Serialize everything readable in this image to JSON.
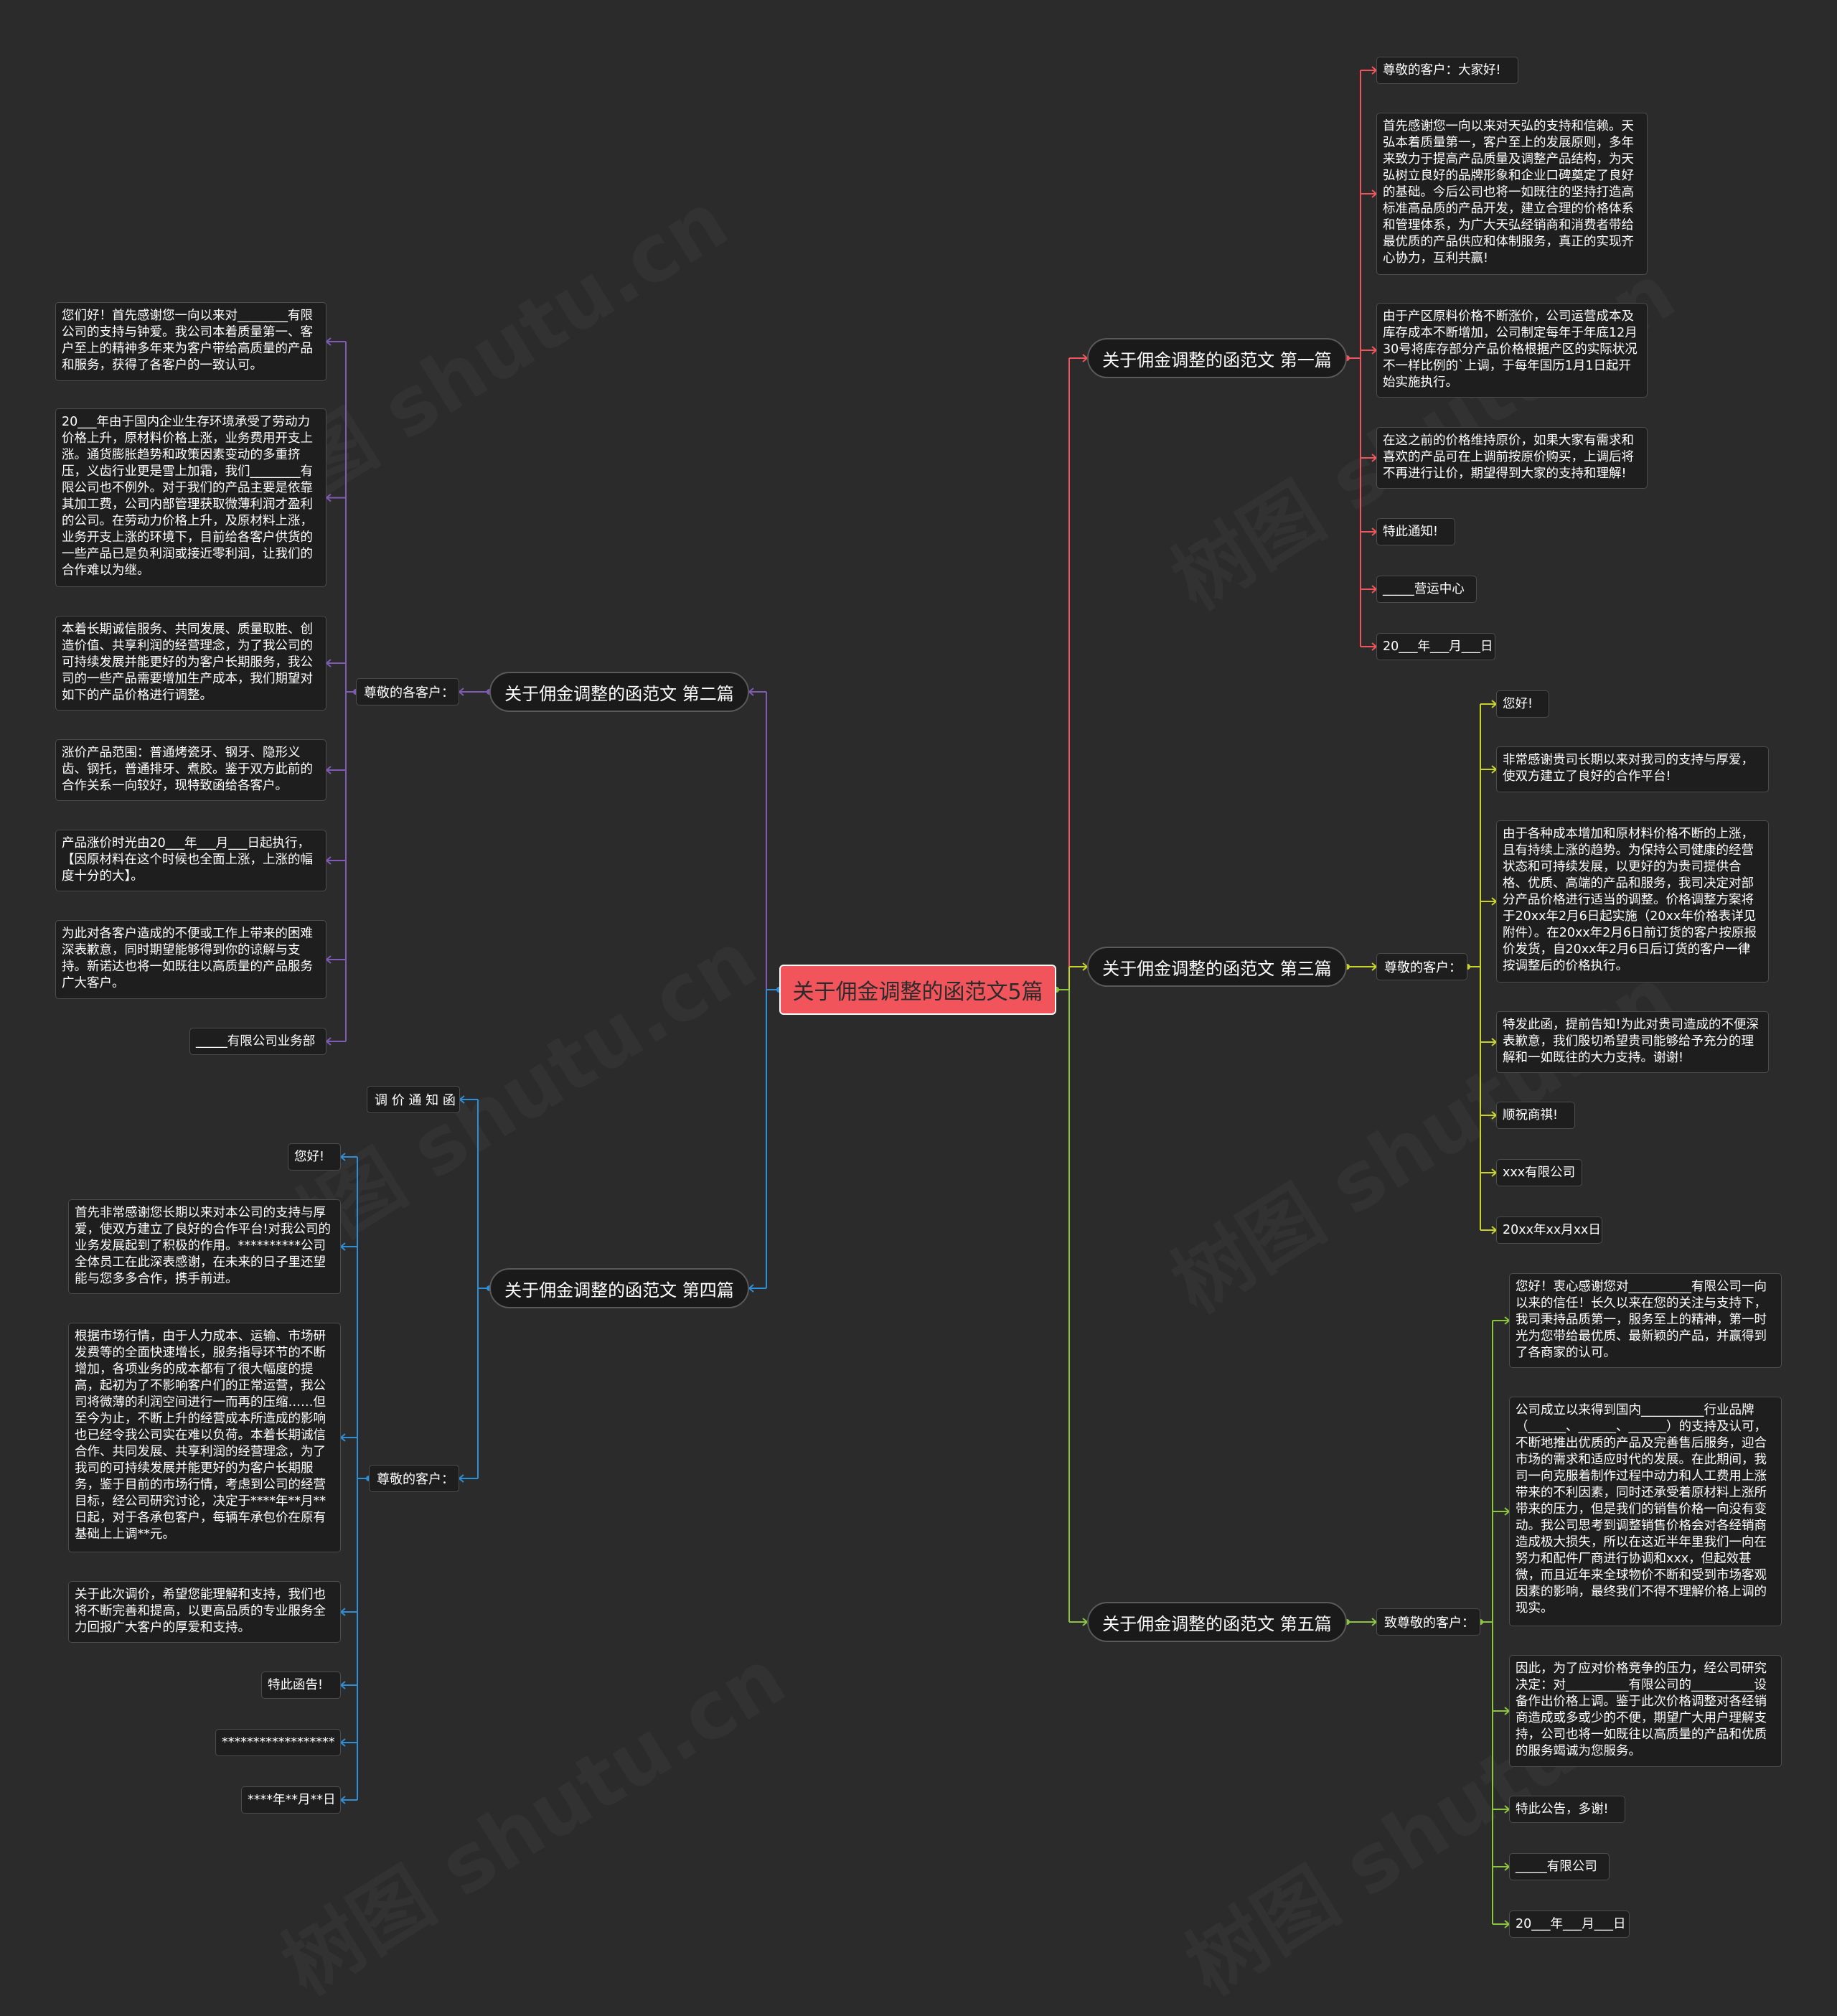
{
  "root": {
    "text": "关于佣金调整的函范文5篇",
    "color": "#f2545b"
  },
  "watermark": "树图 shutu.cn",
  "branches": [
    {
      "title": "关于佣金调整的函范文 第一篇",
      "color": "#f2545b",
      "leaves": [
        "尊敬的客户：大家好!",
        "首先感谢您一向以来对天弘的支持和信赖。天弘本着质量第一，客户至上的发展原则，多年来致力于提高产品质量及调整产品结构，为天弘树立良好的品牌形象和企业口碑奠定了良好的基础。今后公司也将一如既往的坚持打造高标准高品质的产品开发，建立合理的价格体系和管理体系，为广大天弘经销商和消费者带给最优质的产品供应和体制服务，真正的实现齐心协力，互利共赢!",
        "由于产区原料价格不断涨价，公司运营成本及库存成本不断增加，公司制定每年于年底12月30号将库存部分产品价格根据产区的实际状况不一样比例的`上调，于每年国历1月1日起开始实施执行。",
        "在这之前的价格维持原价，如果大家有需求和喜欢的产品可在上调前按原价购买，上调后将不再进行让价，期望得到大家的支持和理解!",
        "特此通知!",
        "_____营运中心",
        "20___年___月___日"
      ]
    },
    {
      "title": "关于佣金调整的函范文 第二篇",
      "color": "#7f5bb5",
      "label": "尊敬的各客户：",
      "leaves": [
        "您们好！首先感谢您一向以来对________有限公司的支持与钟爱。我公司本着质量第一、客户至上的精神多年来为客户带给高质量的产品和服务，获得了各客户的一致认可。",
        "20___年由于国内企业生存环境承受了劳动力价格上升，原材料价格上涨，业务费用开支上涨。通货膨胀趋势和政策因素变动的多重挤压，义齿行业更是雪上加霜，我们________有限公司也不例外。对于我们的产品主要是依靠其加工费，公司内部管理获取微薄利润才盈利的公司。在劳动力价格上升，及原材料上涨，业务开支上涨的环境下，目前给各客户供货的一些产品已是负利润或接近零利润，让我们的合作难以为继。",
        "本着长期诚信服务、共同发展、质量取胜、创造价值、共享利润的经营理念，为了我公司的可持续发展并能更好的为客户长期服务，我公司的一些产品需要增加生产成本，我们期望对如下的产品价格进行调整。",
        "涨价产品范围：普通烤瓷牙、钢牙、隐形义齿、钢托，普通排牙、煮胶。鉴于双方此前的合作关系一向较好，现特致函给各客户。",
        "产品涨价时光由20___年___月___日起执行，【因原材料在这个时候也全面上涨，上涨的幅度十分的大】。",
        "为此对各客户造成的不便或工作上带来的困难深表歉意，同时期望能够得到你的谅解与支持。新诺达也将一如既往以高质量的产品服务广大客户。",
        "_____有限公司业务部"
      ]
    },
    {
      "title": "关于佣金调整的函范文 第三篇",
      "color": "#c8d42a",
      "label": "尊敬的客户：",
      "leaves": [
        "您好!",
        "非常感谢贵司长期以来对我司的支持与厚爱，使双方建立了良好的合作平台!",
        "由于各种成本增加和原材料价格不断的上涨，且有持续上涨的趋势。为保持公司健康的经营状态和可持续发展，以更好的为贵司提供合格、优质、高端的产品和服务，我司决定对部分产品价格进行适当的调整。价格调整方案将于20xx年2月6日起实施（20xx年价格表详见附件）。在20xx年2月6日前订货的客户按原报价发货，自20xx年2月6日后订货的客户一律按调整后的价格执行。",
        "特发此函，提前告知!为此对贵司造成的不便深表歉意，我们殷切希望贵司能够给予充分的理解和一如既往的大力支持。谢谢!",
        "顺祝商祺!",
        "xxx有限公司",
        "20xx年xx月xx日"
      ]
    },
    {
      "title": "关于佣金调整的函范文 第四篇",
      "color": "#2f8fd6",
      "label": "尊敬的客户：",
      "extra": "调 价 通 知 函",
      "leaves": [
        "您好!",
        "首先非常感谢您长期以来对本公司的支持与厚爱，使双方建立了良好的合作平台!对我公司的业务发展起到了积极的作用。**********公司全体员工在此深表感谢，在未来的日子里还望能与您多多合作，携手前进。",
        "根据市场行情，由于人力成本、运输、市场研发费等的全面快速增长，服务指导环节的不断增加，各项业务的成本都有了很大幅度的提高，起初为了不影响客户们的正常运营，我公司将微薄的利润空间进行一而再的压缩……但至今为止，不断上升的经营成本所造成的影响也已经令我公司实在难以负荷。本着长期诚信合作、共同发展、共享利润的经营理念，为了我司的可持续发展并能更好的为客户长期服务，鉴于目前的市场行情，考虑到公司的经营目标，经公司研究讨论，决定于****年**月**日起，对于各承包客户，每辆车承包价在原有基础上上调**元。",
        "关于此次调价，希望您能理解和支持，我们也将不断完善和提高，以更高品质的专业服务全力回报广大客户的厚爱和支持。",
        "特此函告!",
        "******************",
        "****年**月**日"
      ]
    },
    {
      "title": "关于佣金调整的函范文 第五篇",
      "color": "#8cc63f",
      "label": "致尊敬的客户：",
      "leaves": [
        "您好！衷心感谢您对__________有限公司一向以来的信任！长久以来在您的关注与支持下，我司秉持品质第一，服务至上的精神，第一时光为您带给最优质、最新颖的产品，并赢得到了各商家的认可。",
        "公司成立以来得到国内__________行业品牌（______、______、______）的支持及认可，不断地推出优质的产品及完善售后服务，迎合市场的需求和适应时代的发展。在此期间，我司一向克服着制作过程中动力和人工费用上涨带来的不利因素，同时还承受着原材料上涨所带来的压力，但是我们的销售价格一向没有变动。我公司思考到调整销售价格会对各经销商造成极大损失，所以在这近半年里我们一向在努力和配件厂商进行协调和xxx，但起效甚微，而且近年来全球物价不断和受到市场客观因素的影响，最终我们不得不理解价格上调的现实。",
        "因此，为了应对价格竞争的压力，经公司研究决定：对__________有限公司的__________设备作出价格上调。鉴于此次价格调整对各经销商造成或多或少的不便，期望广大用户理解支持，公司也将一如既往以高质量的产品和优质的服务竭诚为您服务。",
        "特此公告，多谢!",
        "_____有限公司",
        "20___年___月___日"
      ]
    }
  ]
}
